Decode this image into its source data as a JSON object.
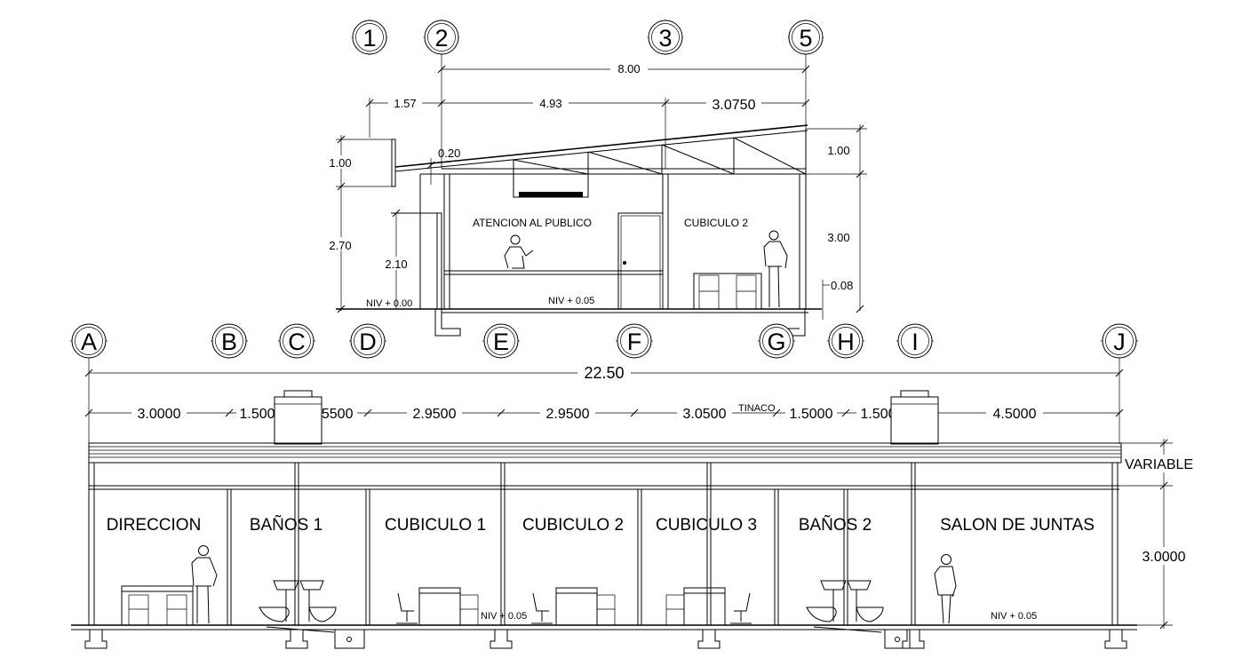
{
  "section_top": {
    "grid_axes": [
      "1",
      "2",
      "3",
      "5"
    ],
    "dims": {
      "total": "8.00",
      "overhang": "1.57",
      "span_a": "4.93",
      "span_b": "3.0750",
      "eave": "0.20",
      "sign_h": "1.00",
      "wall_h": "2.70",
      "door_h": "2.10",
      "roof_rise": "1.00",
      "interior_h": "3.00",
      "step": "0.08"
    },
    "rooms": [
      "ATENCION AL PUBLICO",
      "CUBICULO 2"
    ],
    "levels": [
      "NIV + 0.00",
      "NIV + 0.05"
    ]
  },
  "section_bottom": {
    "grid_axes": [
      "A",
      "B",
      "C",
      "D",
      "E",
      "F",
      "G",
      "H",
      "I",
      "J"
    ],
    "total": "22.50",
    "spans": [
      "3.0000",
      "1.5000",
      "1.5500",
      "2.9500",
      "2.9500",
      "3.0500",
      "1.5000",
      "1.5000",
      "4.5000"
    ],
    "tank_label": "TINACO",
    "parapet_label": "VARIABLE",
    "height_label": "3.0000",
    "rooms": [
      "DIRECCION",
      "BAÑOS 1",
      "CUBICULO 1",
      "CUBICULO 2",
      "CUBICULO 3",
      "BAÑOS 2",
      "SALON DE JUNTAS"
    ],
    "levels": [
      "NIV + 0.05",
      "NIV + 0.05"
    ]
  }
}
